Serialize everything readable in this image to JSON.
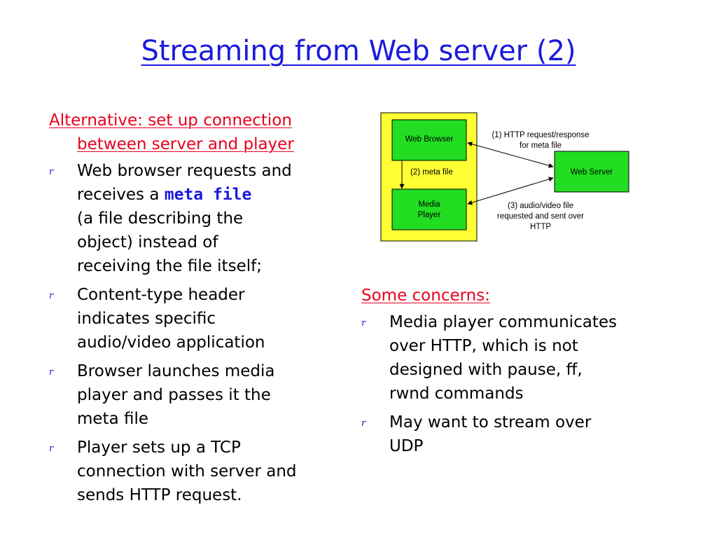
{
  "slide": {
    "title": "Streaming from Web server (2)"
  },
  "left": {
    "heading_line1": "Alternative: set up connection",
    "heading_line2": "between server and player",
    "bullets": [
      {
        "lines": [
          "Web browser requests and",
          "receives a "
        ],
        "highlight": "meta file",
        "after": [
          "(a file describing the",
          "object) instead of",
          "receiving the file itself;"
        ]
      },
      {
        "lines": [
          "Content-type header",
          "indicates specific",
          "audio/video application"
        ]
      },
      {
        "lines": [
          "Browser launches media",
          "player and passes it the",
          "meta file"
        ]
      },
      {
        "lines": [
          "Player sets up a TCP",
          "connection with server and",
          "sends HTTP request."
        ]
      }
    ]
  },
  "right": {
    "heading": "Some concerns:",
    "bullets": [
      {
        "lines": [
          "Media player communicates",
          "over HTTP, which is not",
          "designed with pause, ff,",
          "rwnd commands"
        ]
      },
      {
        "lines": [
          "May want to stream over",
          "UDP"
        ]
      }
    ]
  },
  "diagram": {
    "web_browser": "Web Browser",
    "media_player_1": "Media",
    "media_player_2": "Player",
    "web_server": "Web Server",
    "label1_line1": "(1) HTTP request/response",
    "label1_line2": "for meta file",
    "label2": "(2)  meta file",
    "label3_line1": "(3) audio/video file",
    "label3_line2": "requested and sent over",
    "label3_line3": "HTTP",
    "colors": {
      "client_bg": "#ffff33",
      "box": "#22dd22"
    }
  },
  "bullet_glyph": "r"
}
